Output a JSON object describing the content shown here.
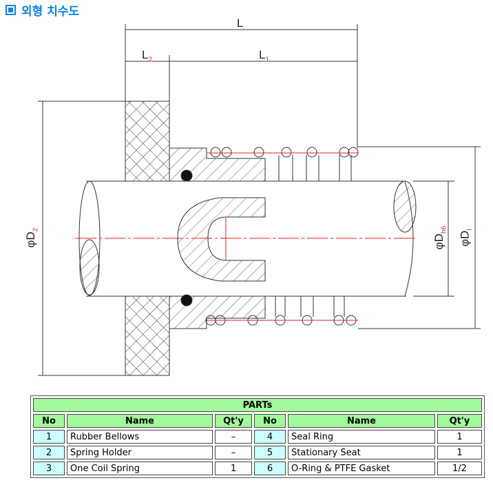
{
  "title": "외형 치수도",
  "dims": {
    "L": "L",
    "L1": "L",
    "L1_sub": "1",
    "L2": "L",
    "L2_sub": "2",
    "D2": "φD",
    "D2_sub": "2",
    "Dh6": "φD",
    "Dh6_sub": "h6",
    "D1": "φD",
    "D1_sub": "l"
  },
  "table": {
    "caption": "PARTs",
    "headers": [
      "No",
      "Name",
      "Qt'y",
      "No",
      "Name",
      "Qt'y"
    ],
    "rows": [
      [
        "1",
        "Rubber Bellows",
        "–",
        "4",
        "Seal Ring",
        "1"
      ],
      [
        "2",
        "Spring Holder",
        "–",
        "5",
        "Stationary Seat",
        "1"
      ],
      [
        "3",
        "One Coil Spring",
        "1",
        "6",
        "O-Ring & PTFE Gasket",
        "1/2"
      ]
    ]
  }
}
